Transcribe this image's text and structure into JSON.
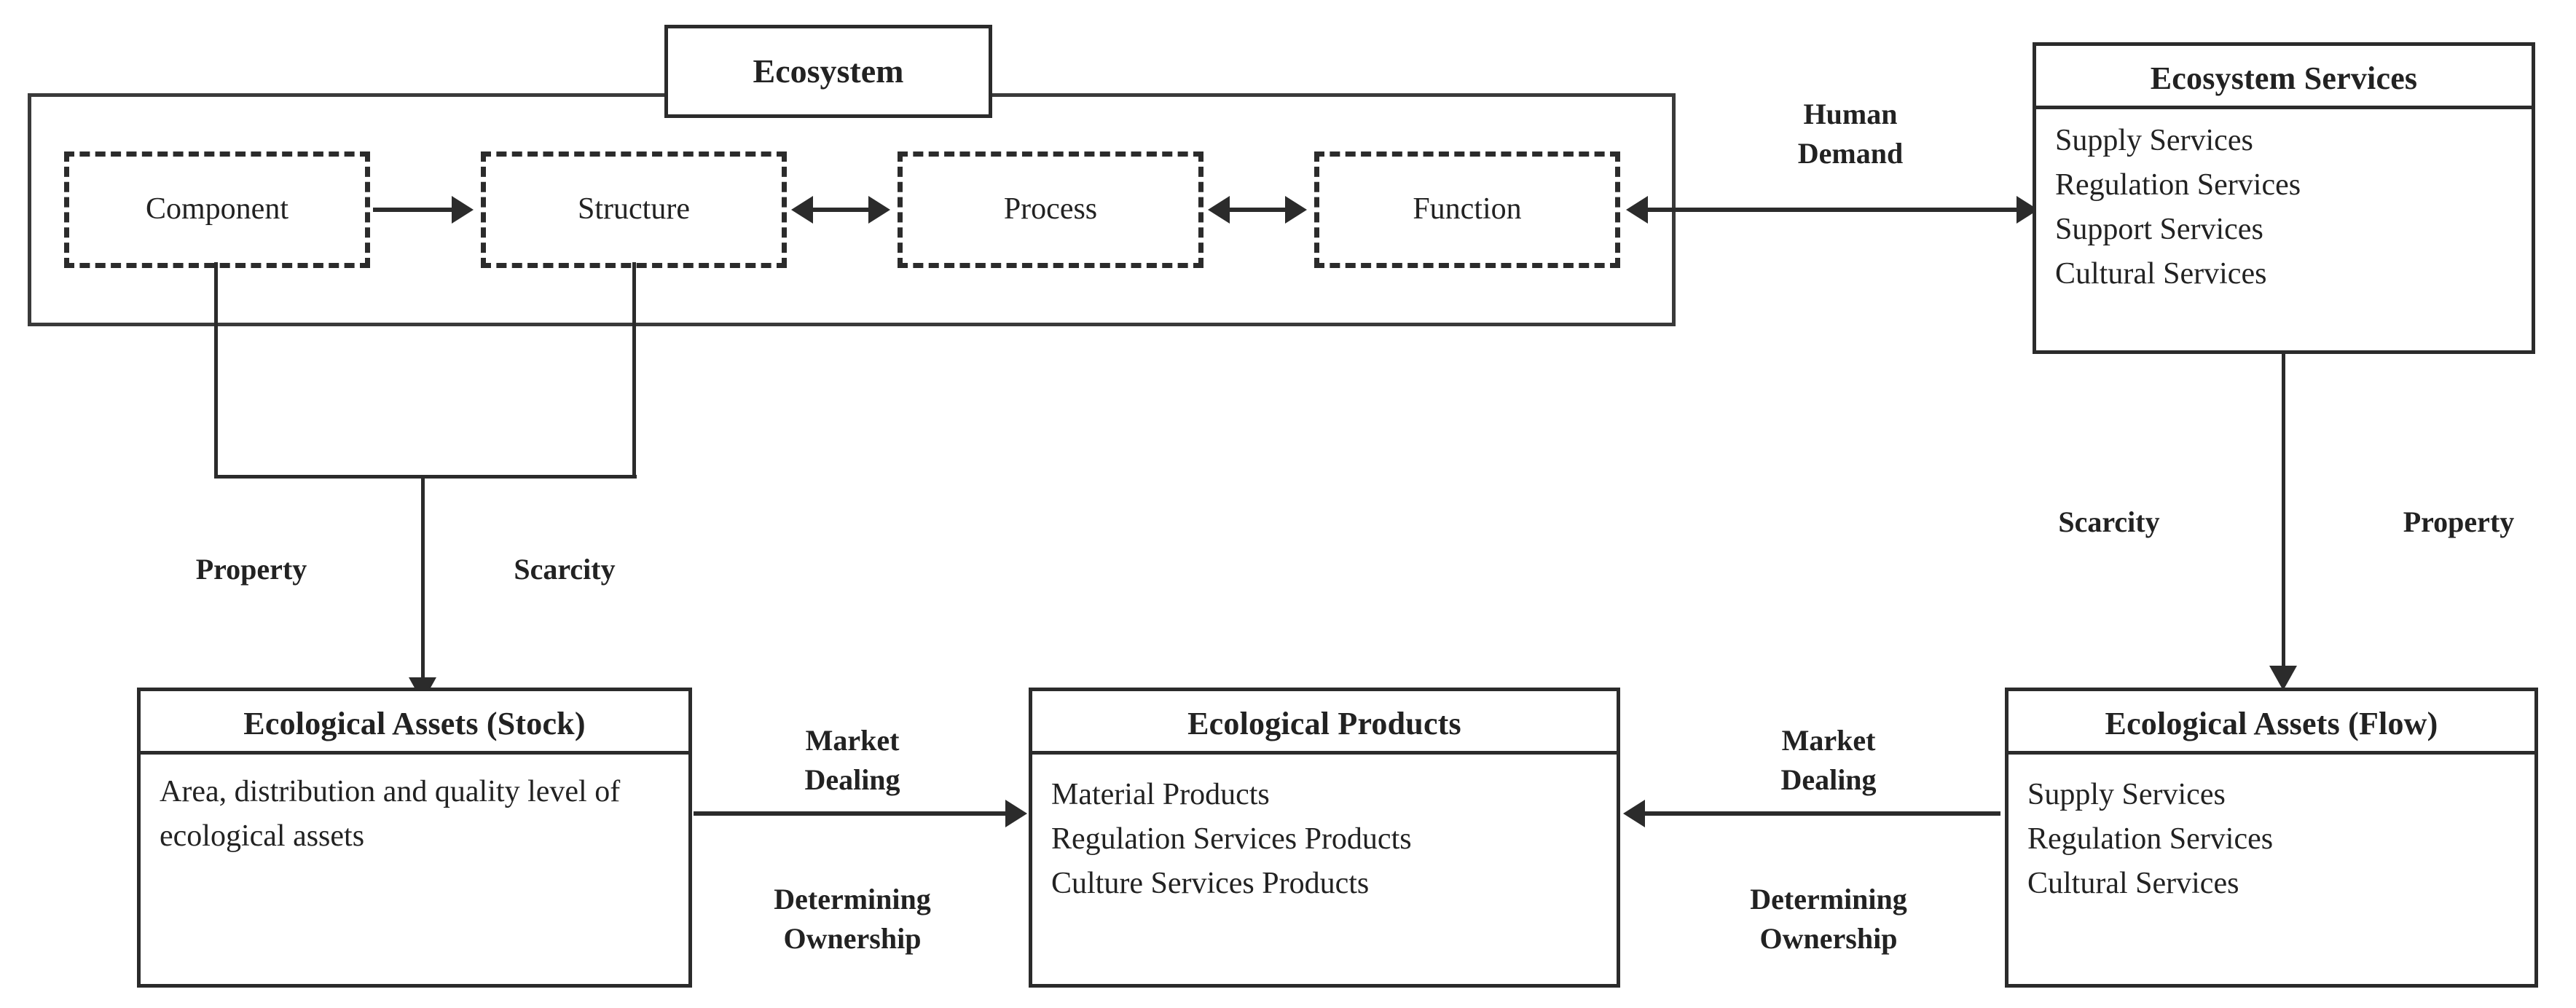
{
  "diagram": {
    "title_box": {
      "label": "Ecosystem"
    },
    "inner_nodes": [
      {
        "label": "Component"
      },
      {
        "label": "Structure"
      },
      {
        "label": "Process"
      },
      {
        "label": "Function"
      }
    ],
    "ecosystem_services": {
      "title": "Ecosystem Services",
      "items": [
        "Supply Services",
        "Regulation Services",
        "Support Services",
        "Cultural Services"
      ]
    },
    "ecological_assets_stock": {
      "title": "Ecological Assets (Stock)",
      "body": "Area, distribution and quality level of ecological assets"
    },
    "ecological_products": {
      "title": "Ecological Products",
      "items": [
        "Material Products",
        "Regulation Services Products",
        "Culture Services Products"
      ]
    },
    "ecological_assets_flow": {
      "title": "Ecological Assets (Flow)",
      "items": [
        "Supply Services",
        "Regulation Services",
        "Cultural Services"
      ]
    },
    "edge_labels": {
      "human_demand": "Human\nDemand",
      "left_property": "Property",
      "left_scarcity": "Scarcity",
      "right_scarcity": "Scarcity",
      "right_property": "Property",
      "left_market_dealing": "Market\nDealing",
      "left_determining_ownership": "Determining\nOwnership",
      "right_market_dealing": "Market\nDealing",
      "right_determining_ownership": "Determining\nOwnership"
    },
    "colors": {
      "line": "#2b2b2b",
      "background": "#ffffff",
      "text": "#222222"
    }
  }
}
